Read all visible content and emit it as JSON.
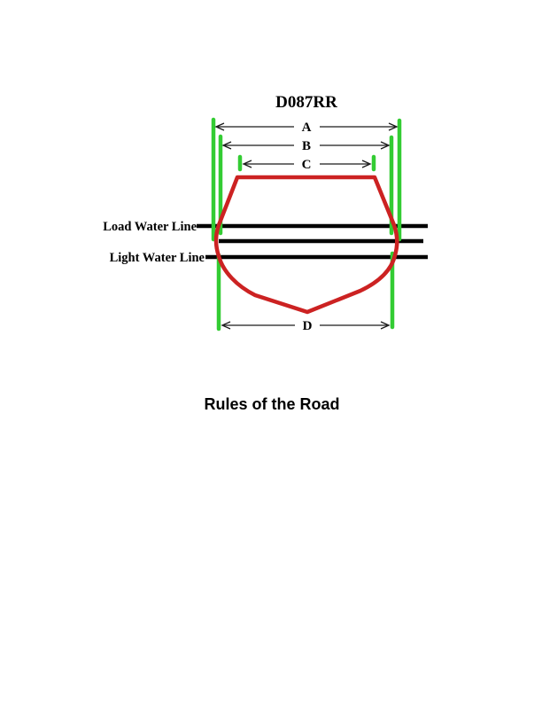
{
  "page": {
    "background": "#ffffff"
  },
  "diagram": {
    "title": "D087RR",
    "caption": "Rules of the Road",
    "waterline_labels": {
      "load": "Load Water Line",
      "light": "Light Water Line"
    },
    "dimension_labels": {
      "a": "A",
      "b": "B",
      "c": "C",
      "d": "D"
    },
    "colors": {
      "hull_red": "#cc2222",
      "marker_green": "#33cc33",
      "waterline_black": "#000000",
      "arrow_black": "#1a1a1a"
    }
  }
}
